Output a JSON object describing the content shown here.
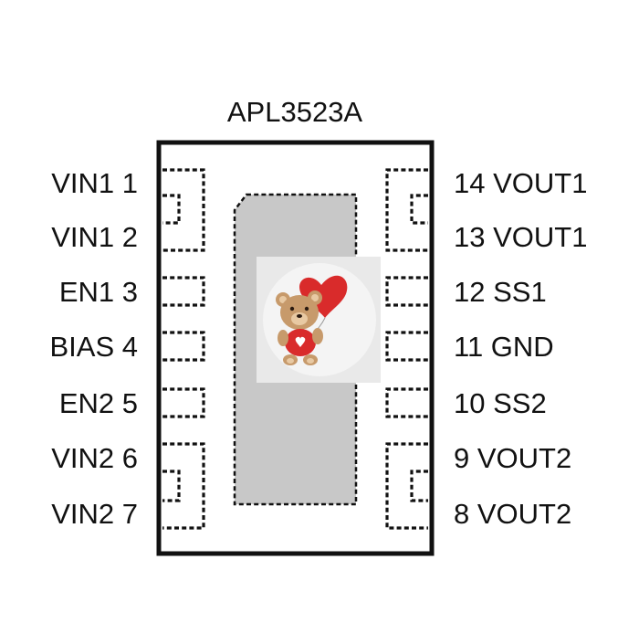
{
  "chip": {
    "name": "APL3523A"
  },
  "pins_left": [
    {
      "number": 1,
      "label": "VIN1 1"
    },
    {
      "number": 2,
      "label": "VIN1 2"
    },
    {
      "number": 3,
      "label": "EN1 3"
    },
    {
      "number": 4,
      "label": "BIAS 4"
    },
    {
      "number": 5,
      "label": "EN2 5"
    },
    {
      "number": 6,
      "label": "VIN2 6"
    },
    {
      "number": 7,
      "label": "VIN2 7"
    }
  ],
  "pins_right": [
    {
      "number": 14,
      "label": "14 VOUT1"
    },
    {
      "number": 13,
      "label": "13 VOUT1"
    },
    {
      "number": 12,
      "label": "12 SS1"
    },
    {
      "number": 11,
      "label": "11 GND"
    },
    {
      "number": 10,
      "label": "10 SS2"
    },
    {
      "number": 9,
      "label": "9 VOUT2"
    },
    {
      "number": 8,
      "label": "8 VOUT2"
    }
  ],
  "sticker": {
    "icon": "teddy-bear-with-heart-balloon-icon",
    "colors": {
      "heart": "#d92b2b",
      "bear": "#c79a6b",
      "shirt": "#d92b2b",
      "background": "#e9e9e9"
    }
  }
}
